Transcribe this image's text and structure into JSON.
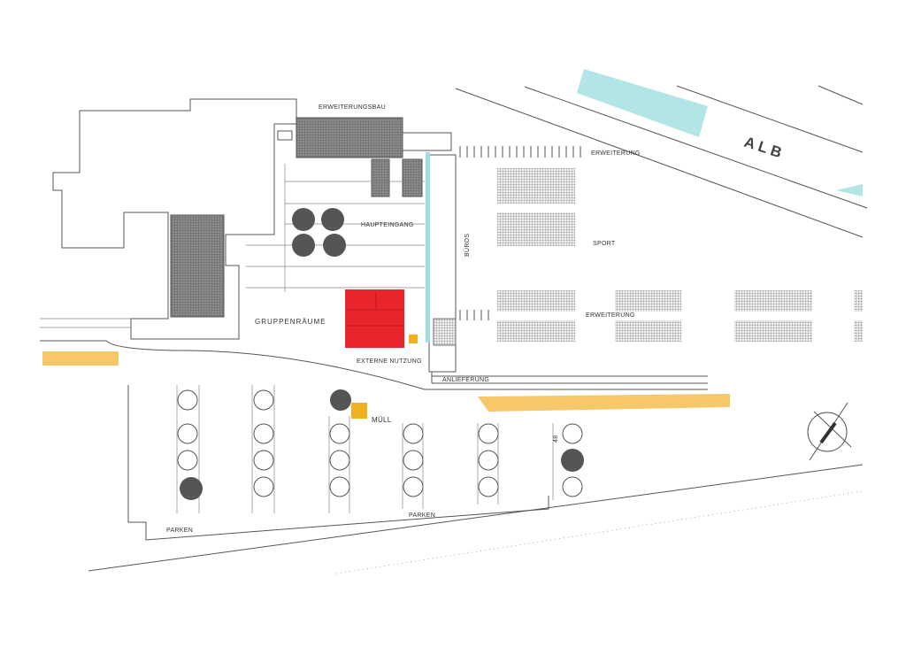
{
  "labels": {
    "erweiterungsbau": "ERWEITERUNGSBAU",
    "erweiterung_top": "ERWEITERUNG",
    "alb": "A L B",
    "sport": "SPORT",
    "haupteingang": "HAUPTEINGANG",
    "bueros": "BÜROS",
    "gruppenraeume": "GRUPPENRÄUME",
    "erweiterung_mid": "ERWEITERUNG",
    "externe_nutzung": "EXTERNE NUTZUNG",
    "anlieferung": "ANLIEFERUNG",
    "muell": "MÜLL",
    "parken_left": "PARKEN",
    "parken_mid": "PARKEN",
    "number_48": "48"
  },
  "colors": {
    "red_building": "#e8242c",
    "yellow_path": "#f6c86a",
    "cyan_strip": "#9fdede",
    "grey_building": "#8a8a8a",
    "muell_box": "#f0b020"
  }
}
